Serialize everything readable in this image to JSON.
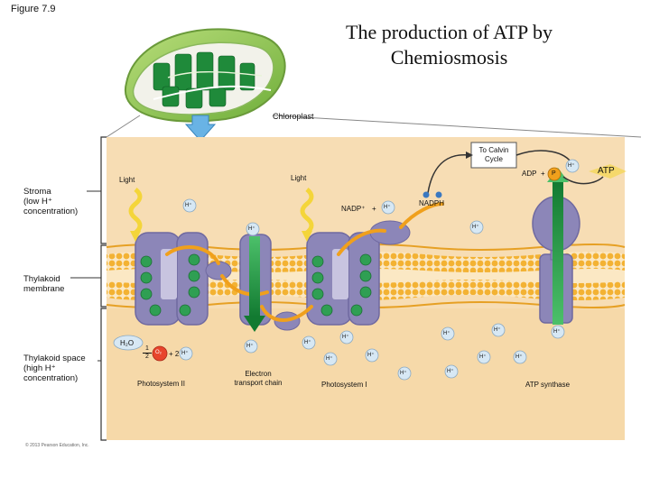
{
  "figure_label": "Figure 7.9",
  "title_line1": "The production of ATP by",
  "title_line2": "Chemiosmosis",
  "chloroplast_label": "Chloroplast",
  "stroma_label": [
    "Stroma",
    "(low H⁺",
    "concentration)"
  ],
  "membrane_label": [
    "Thylakoid",
    "membrane"
  ],
  "thylakoid_space_label": [
    "Thylakoid space",
    "(high H⁺",
    "concentration)"
  ],
  "light_left": "Light",
  "light_right": "Light",
  "calvin_line1": "To Calvin",
  "calvin_line2": "Cycle",
  "adp": "ADP",
  "plus": "+",
  "phosphate": "P",
  "atp": "ATP",
  "nadp": "NADP⁺",
  "nadph": "NADPH",
  "h_ion": "H⁺",
  "water": "H₂O",
  "half_oxygen_num": "1",
  "half_oxygen_den": "2",
  "oxygen": "O₂",
  "two_h": "+ 2",
  "photosystem_ii": "Photosystem II",
  "electron_chain_line1": "Electron",
  "electron_chain_line2": "transport chain",
  "photosystem_i": "Photosystem I",
  "atp_synthase": "ATP synthase",
  "copyright": "© 2013 Pearson Education, Inc.",
  "colors": {
    "stroma": "#f7ddb4",
    "thylakoid_space": "#f6d9a9",
    "membrane_head": "#f3b233",
    "membrane_tail": "#fbe8c4",
    "protein": "#8c86b8",
    "protein_dark": "#6f69a0",
    "chlorophyll": "#2f9f53",
    "arrow_green": "#1d9640",
    "electron_orange": "#f0a01c",
    "light_yellow": "#f4d53a",
    "h_ion_blue": "#d7e8f4"
  }
}
